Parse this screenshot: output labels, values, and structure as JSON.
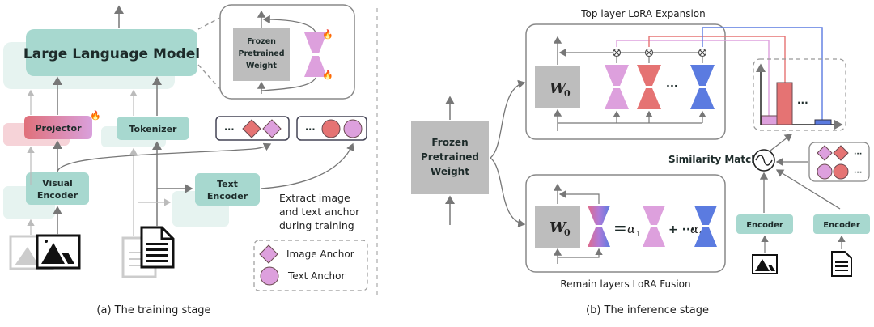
{
  "training": {
    "llm": "Large Language Model",
    "projector": "Projector",
    "tokenizer": "Tokenizer",
    "visual_encoder": [
      "Visual",
      "Encoder"
    ],
    "text_encoder": [
      "Text",
      "Encoder"
    ],
    "frozen": [
      "Frozen",
      "Pretrained",
      "Weight"
    ],
    "ellipsis": "···",
    "note": [
      "Extract image",
      "and text anchor",
      "during training"
    ],
    "legend": {
      "image_anchor": "Image Anchor",
      "text_anchor": "Text Anchor"
    },
    "caption": "(a) The training stage"
  },
  "inference": {
    "top_title": "Top layer LoRA Expansion",
    "bottom_title": "Remain layers LoRA Fusion",
    "frozen": [
      "Frozen",
      "Pretrained",
      "Weight"
    ],
    "w0": "W",
    "w0_sub": "0",
    "ellipsis": "···",
    "equals": "=",
    "alpha1": "α",
    "alpha1_sub": "1",
    "plus": "+ ···",
    "alphat": "α",
    "alphat_sub": "t",
    "similarity": "Similarity Matching",
    "encoder": "Encoder",
    "caption": "(b) The inference stage"
  },
  "colors": {
    "teal": "#a7d8cf",
    "teal_light": "#e3f2ef",
    "pink": "#dda0dd",
    "red": "#e57373",
    "blue": "#5b7be0",
    "gray": "#bdbdbd"
  }
}
